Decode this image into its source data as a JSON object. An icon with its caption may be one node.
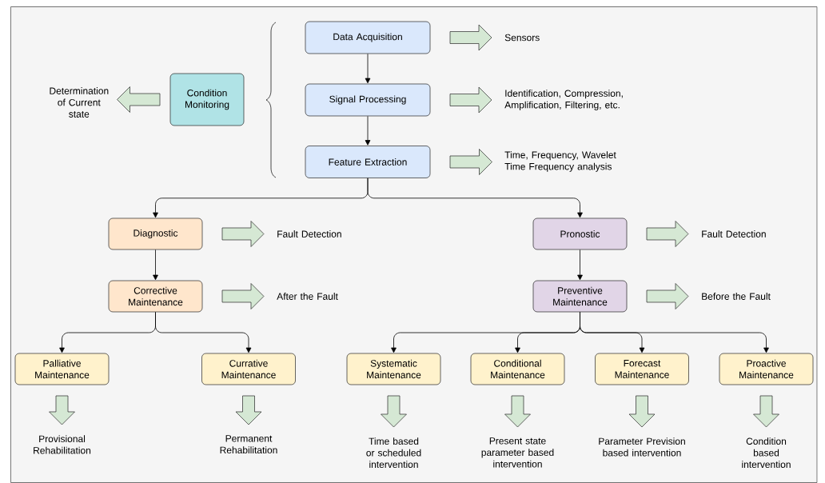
{
  "diagram": {
    "nodes": [
      {
        "text": [
          "Condition Monitoring"
        ]
      },
      {
        "text": [
          "Determination of Current state"
        ]
      },
      {
        "text": [
          "Data Acquisition"
        ]
      },
      {
        "text": [
          "Sensors"
        ]
      },
      {
        "text": [
          "Signal Processing"
        ]
      },
      {
        "text": [
          "Identification, Compression, Amplification, Filtering, etc."
        ]
      },
      {
        "text": [
          "Feature Extraction"
        ]
      },
      {
        "text": [
          "Time, Frequency, Wavelet Time Frequency analysis"
        ]
      },
      {
        "text": [
          "Diagnostic"
        ]
      },
      {
        "text": [
          "Fault Detection"
        ]
      },
      {
        "text": [
          "Pronostic"
        ]
      },
      {
        "text": [
          "Fault Detection"
        ]
      },
      {
        "text": [
          "Corrective Maintenance"
        ]
      },
      {
        "text": [
          "After the Fault"
        ]
      },
      {
        "text": [
          "Preventive Maintenance"
        ]
      },
      {
        "text": [
          "Before the Fault"
        ]
      },
      {
        "text": [
          "Palliative Maintenance"
        ]
      },
      {
        "text": [
          "Currative Maintenance"
        ]
      },
      {
        "text": [
          "Systematic Maintenance"
        ]
      },
      {
        "text": [
          "Conditional Maintenance"
        ]
      },
      {
        "text": [
          "Forecast Maintenance"
        ]
      },
      {
        "text": [
          "Proactive Maintenance"
        ]
      },
      {
        "text": [
          "Provisional Rehabilitation"
        ]
      },
      {
        "text": [
          "Permanent Rehabilitation"
        ]
      },
      {
        "text": [
          "Time based or scheduled intervention"
        ]
      },
      {
        "text": [
          "Present state parameter based intervention"
        ]
      },
      {
        "text": [
          "Parameter Prevision based intervention"
        ]
      },
      {
        "text": [
          "Condition based intervention"
        ]
      }
    ],
    "edges": [
      {
        "from": 0,
        "to": 1,
        "arrow": "to",
        "style": "thick",
        "color": "#d5e8d4"
      },
      {
        "from": 2,
        "to": 3,
        "arrow": "to",
        "style": "thick",
        "color": "#d5e8d4"
      },
      {
        "from": 2,
        "to": 4,
        "arrow": "to"
      },
      {
        "from": 4,
        "to": 5,
        "arrow": "to",
        "style": "thick",
        "color": "#d5e8d4"
      },
      {
        "from": 4,
        "to": 6,
        "arrow": "to"
      },
      {
        "from": 6,
        "to": 7,
        "arrow": "to",
        "style": "thick",
        "color": "#d5e8d4"
      },
      {
        "from": 6,
        "to": 8,
        "arrow": "to"
      },
      {
        "from": 6,
        "to": 10,
        "arrow": "to"
      },
      {
        "from": 8,
        "to": 9,
        "arrow": "to",
        "style": "thick",
        "color": "#d5e8d4"
      },
      {
        "from": 10,
        "to": 11,
        "arrow": "to",
        "style": "thick",
        "color": "#d5e8d4"
      },
      {
        "from": 8,
        "to": 12,
        "arrow": "to"
      },
      {
        "from": 10,
        "to": 14,
        "arrow": "to"
      },
      {
        "from": 12,
        "to": 13,
        "arrow": "to",
        "style": "thick",
        "color": "#d5e8d4"
      },
      {
        "from": 14,
        "to": 15,
        "arrow": "to",
        "style": "thick",
        "color": "#d5e8d4"
      },
      {
        "from": 12,
        "to": 16,
        "arrow": "to"
      },
      {
        "from": 12,
        "to": 17,
        "arrow": "to"
      },
      {
        "from": 14,
        "to": 18,
        "arrow": "to"
      },
      {
        "from": 14,
        "to": 19,
        "arrow": "to"
      },
      {
        "from": 14,
        "to": 20,
        "arrow": "to"
      },
      {
        "from": 14,
        "to": 21,
        "arrow": "to"
      },
      {
        "from": 16,
        "to": 22,
        "arrow": "to",
        "style": "thick",
        "color": "#d5e8d4"
      },
      {
        "from": 17,
        "to": 23,
        "arrow": "to",
        "style": "thick",
        "color": "#d5e8d4"
      },
      {
        "from": 18,
        "to": 24,
        "arrow": "to",
        "style": "thick",
        "color": "#d5e8d4"
      },
      {
        "from": 19,
        "to": 25,
        "arrow": "to",
        "style": "thick",
        "color": "#d5e8d4"
      },
      {
        "from": 20,
        "to": 26,
        "arrow": "to",
        "style": "thick",
        "color": "#d5e8d4"
      },
      {
        "from": 21,
        "to": 27,
        "arrow": "to",
        "style": "thick",
        "color": "#d5e8d4"
      }
    ]
  }
}
